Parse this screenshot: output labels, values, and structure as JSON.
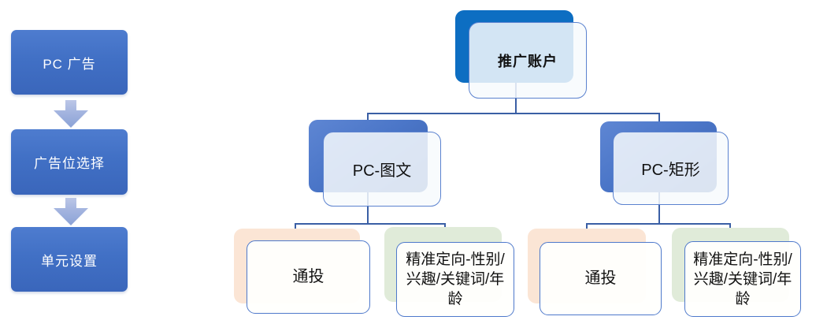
{
  "left_flow": {
    "steps": [
      {
        "label": "PC 广告"
      },
      {
        "label": "广告位选择"
      },
      {
        "label": "单元设置"
      }
    ],
    "arrow_icon": "down-arrow"
  },
  "tree": {
    "root": {
      "label": "推广账户"
    },
    "branches": [
      {
        "label": "PC-图文",
        "children": [
          {
            "label": "通投",
            "variant": "peach"
          },
          {
            "label": "精准定向-性别/兴趣/关键词/年龄",
            "variant": "green"
          }
        ]
      },
      {
        "label": "PC-矩形",
        "children": [
          {
            "label": "通投",
            "variant": "peach"
          },
          {
            "label": "精准定向-性别/兴趣/关键词/年龄",
            "variant": "green"
          }
        ]
      }
    ]
  },
  "colors": {
    "flow_box_blue": "#4170c5",
    "flow_arrow_blue": "#a3b4df",
    "root_back_blue": "#0d6ec2",
    "branch_back_blue": "#4b76c8",
    "leaf_back_peach": "#fbe5d5",
    "leaf_back_green": "#e0ebd9",
    "connector_blue": "#3a5fa5",
    "card_border_blue": "#5b82cf",
    "flow_text": "#ffffff",
    "node_text": "#111111"
  }
}
